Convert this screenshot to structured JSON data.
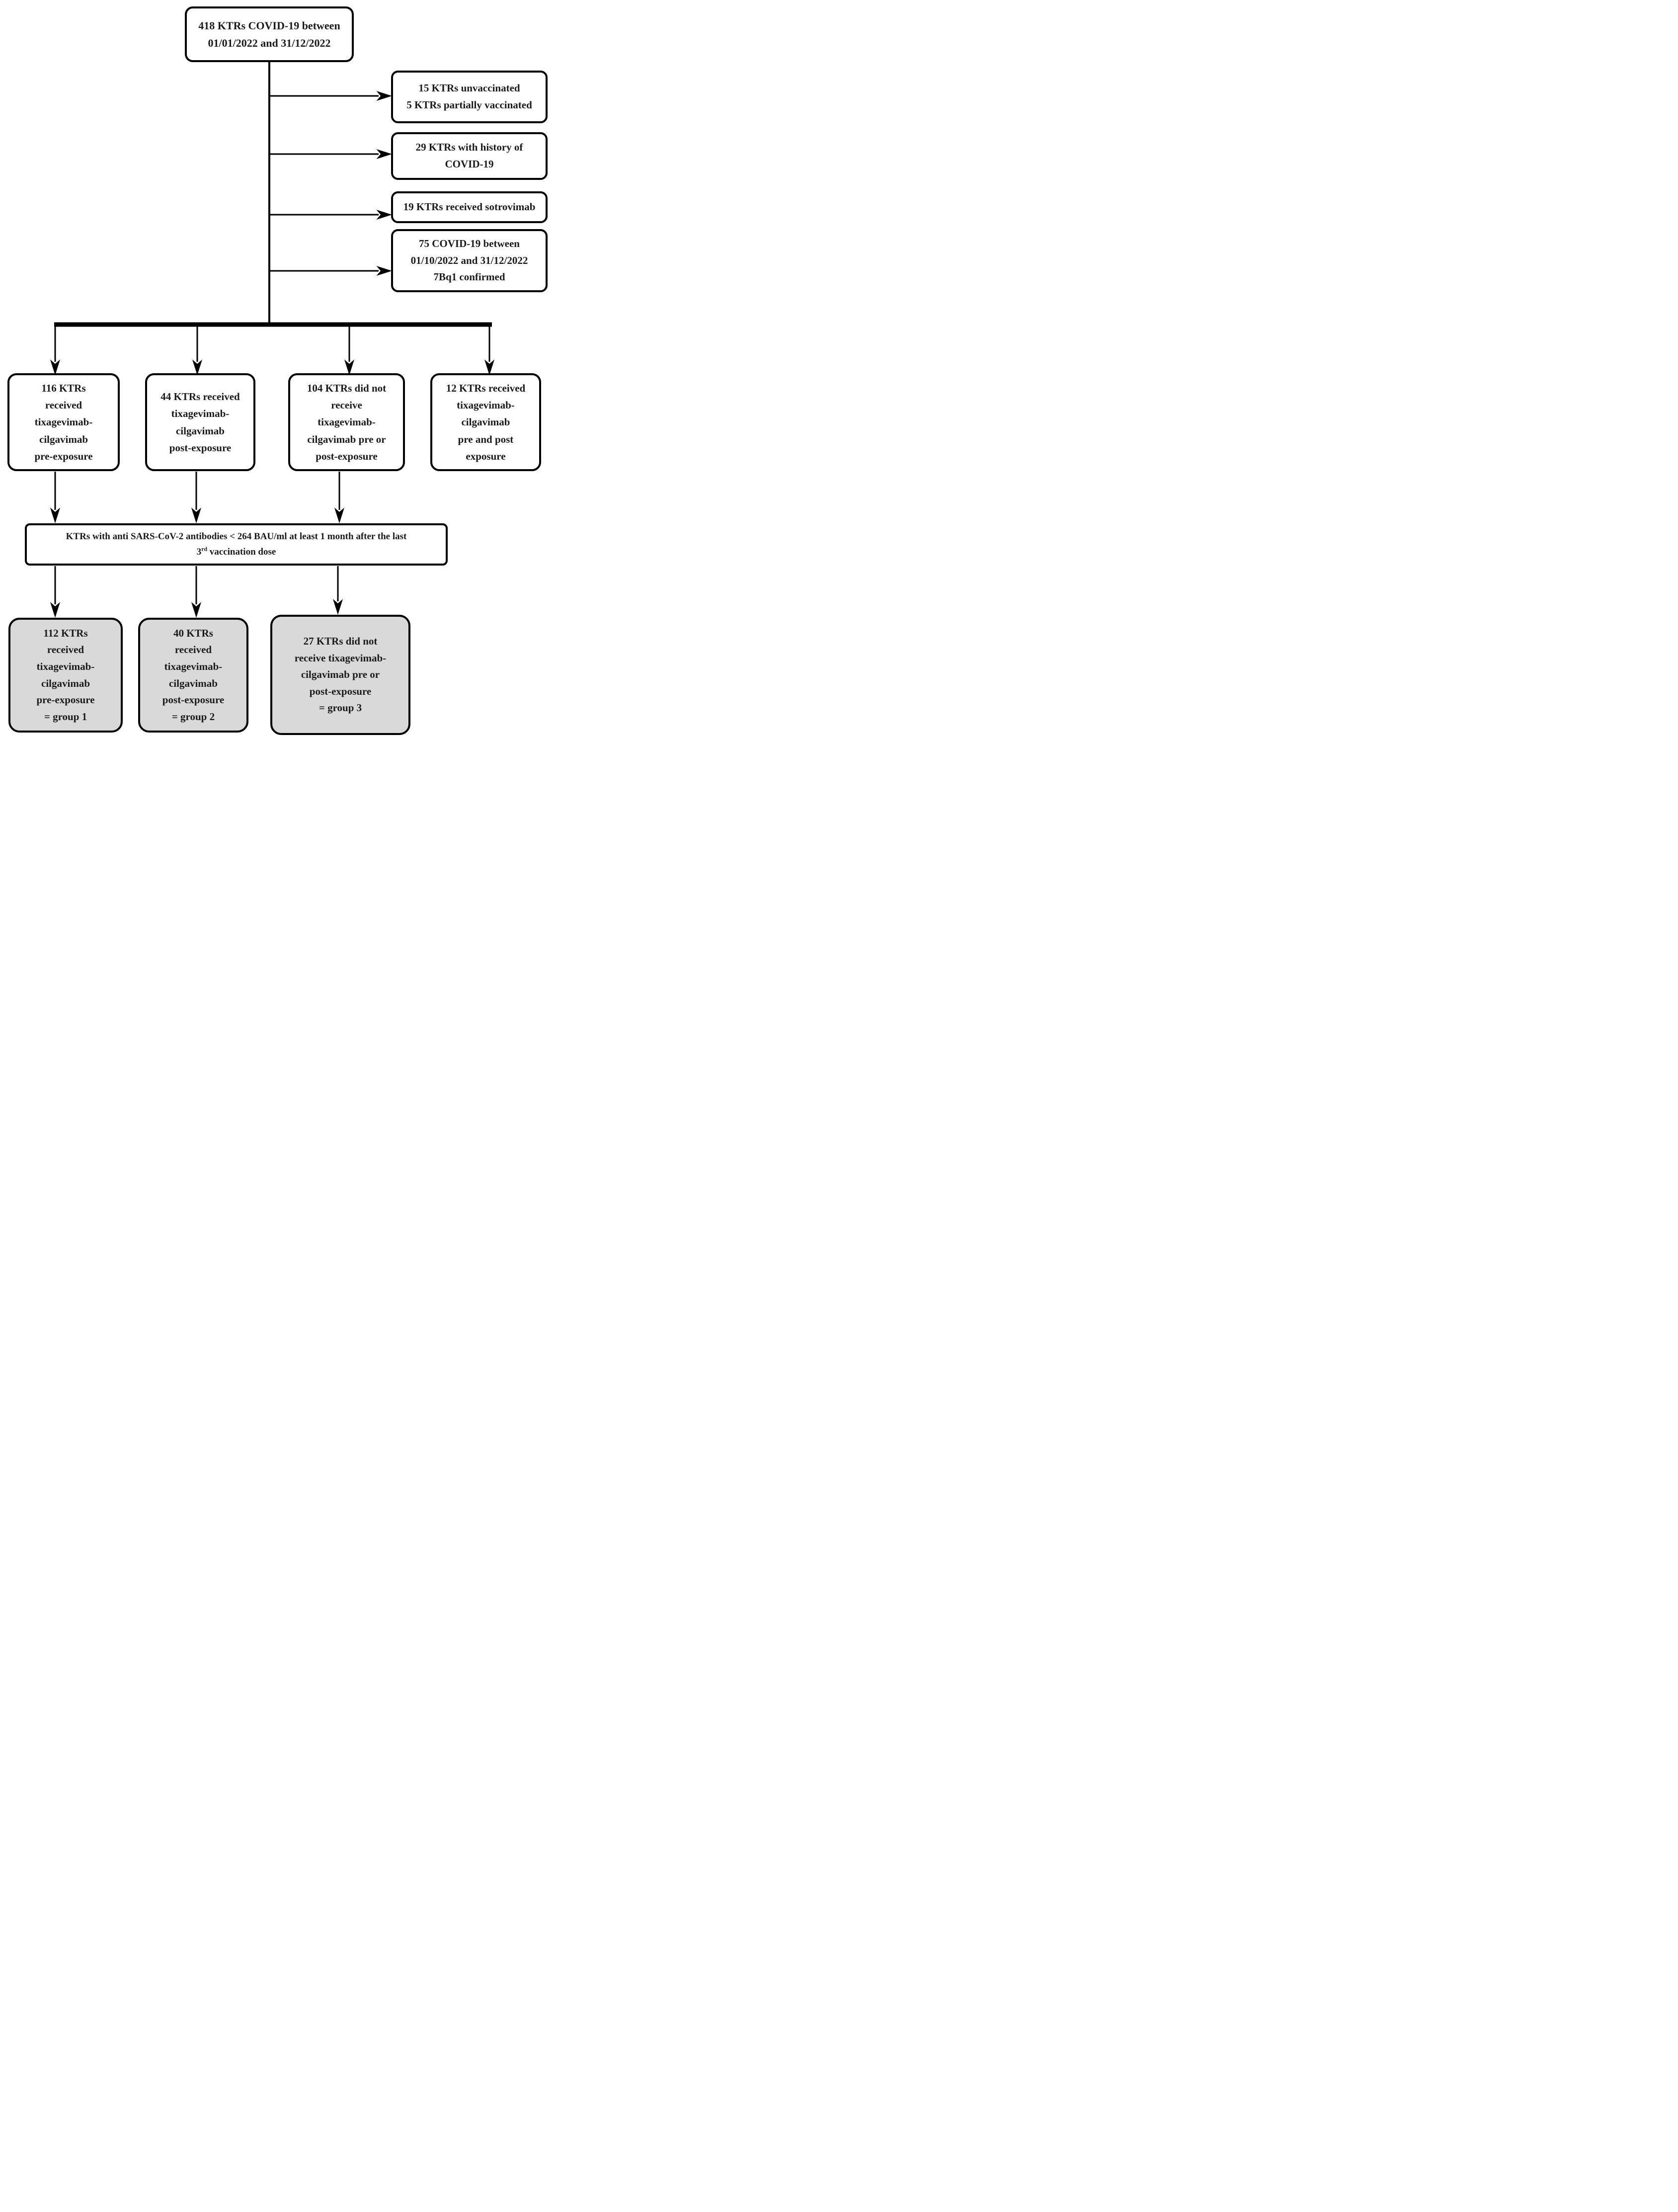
{
  "figure": {
    "kind": "study-flow-diagram",
    "background_color": "#ffffff",
    "box_border_color": "#000000",
    "shaded_box_fill": "#d9d9d9"
  },
  "nodes": {
    "enrollment": "418 KTRs COVID-19 between\n01/01/2022 and 31/12/2022",
    "excluded_unvaccinated": "15 KTRs unvaccinated\n5 KTRs partially vaccinated",
    "excluded_history": "29 KTRs with history of\nCOVID-19",
    "excluded_sotrovimab": "19 KTRs received sotrovimab",
    "excluded_covid_q4": "75 COVID-19 between\n01/10/2022 and 31/12/2022\n7Bq1 confirmed",
    "pre_exposure": "116 KTRs\nreceived\ntixagevimab-\ncilgavimab\npre-exposure",
    "post_exposure": "44 KTRs received\ntixagevimab-\ncilgavimab\npost-exposure",
    "no_treatment": "104 KTRs did not\nreceive\ntixagevimab-\ncilgavimab pre or\npost-exposure",
    "pre_and_post": "12 KTRs received\ntixagevimab-\ncilgavimab\npre and post\nexposure",
    "antibody_line1": "KTRs with anti SARS-CoV-2 antibodies < 264 BAU/ml at least 1 month after the last",
    "antibody_line2_num": "3",
    "antibody_line2_sup": "rd",
    "antibody_line2_rest": " vaccination dose",
    "group1": "112 KTRs\nreceived\ntixagevimab-\ncilgavimab\npre-exposure\n= group 1",
    "group2": "40 KTRs\nreceived\ntixagevimab-\ncilgavimab\npost-exposure\n= group 2",
    "group3": "27 KTRs did not\nreceive tixagevimab-\ncilgavimab pre or\npost-exposure\n= group 3"
  }
}
